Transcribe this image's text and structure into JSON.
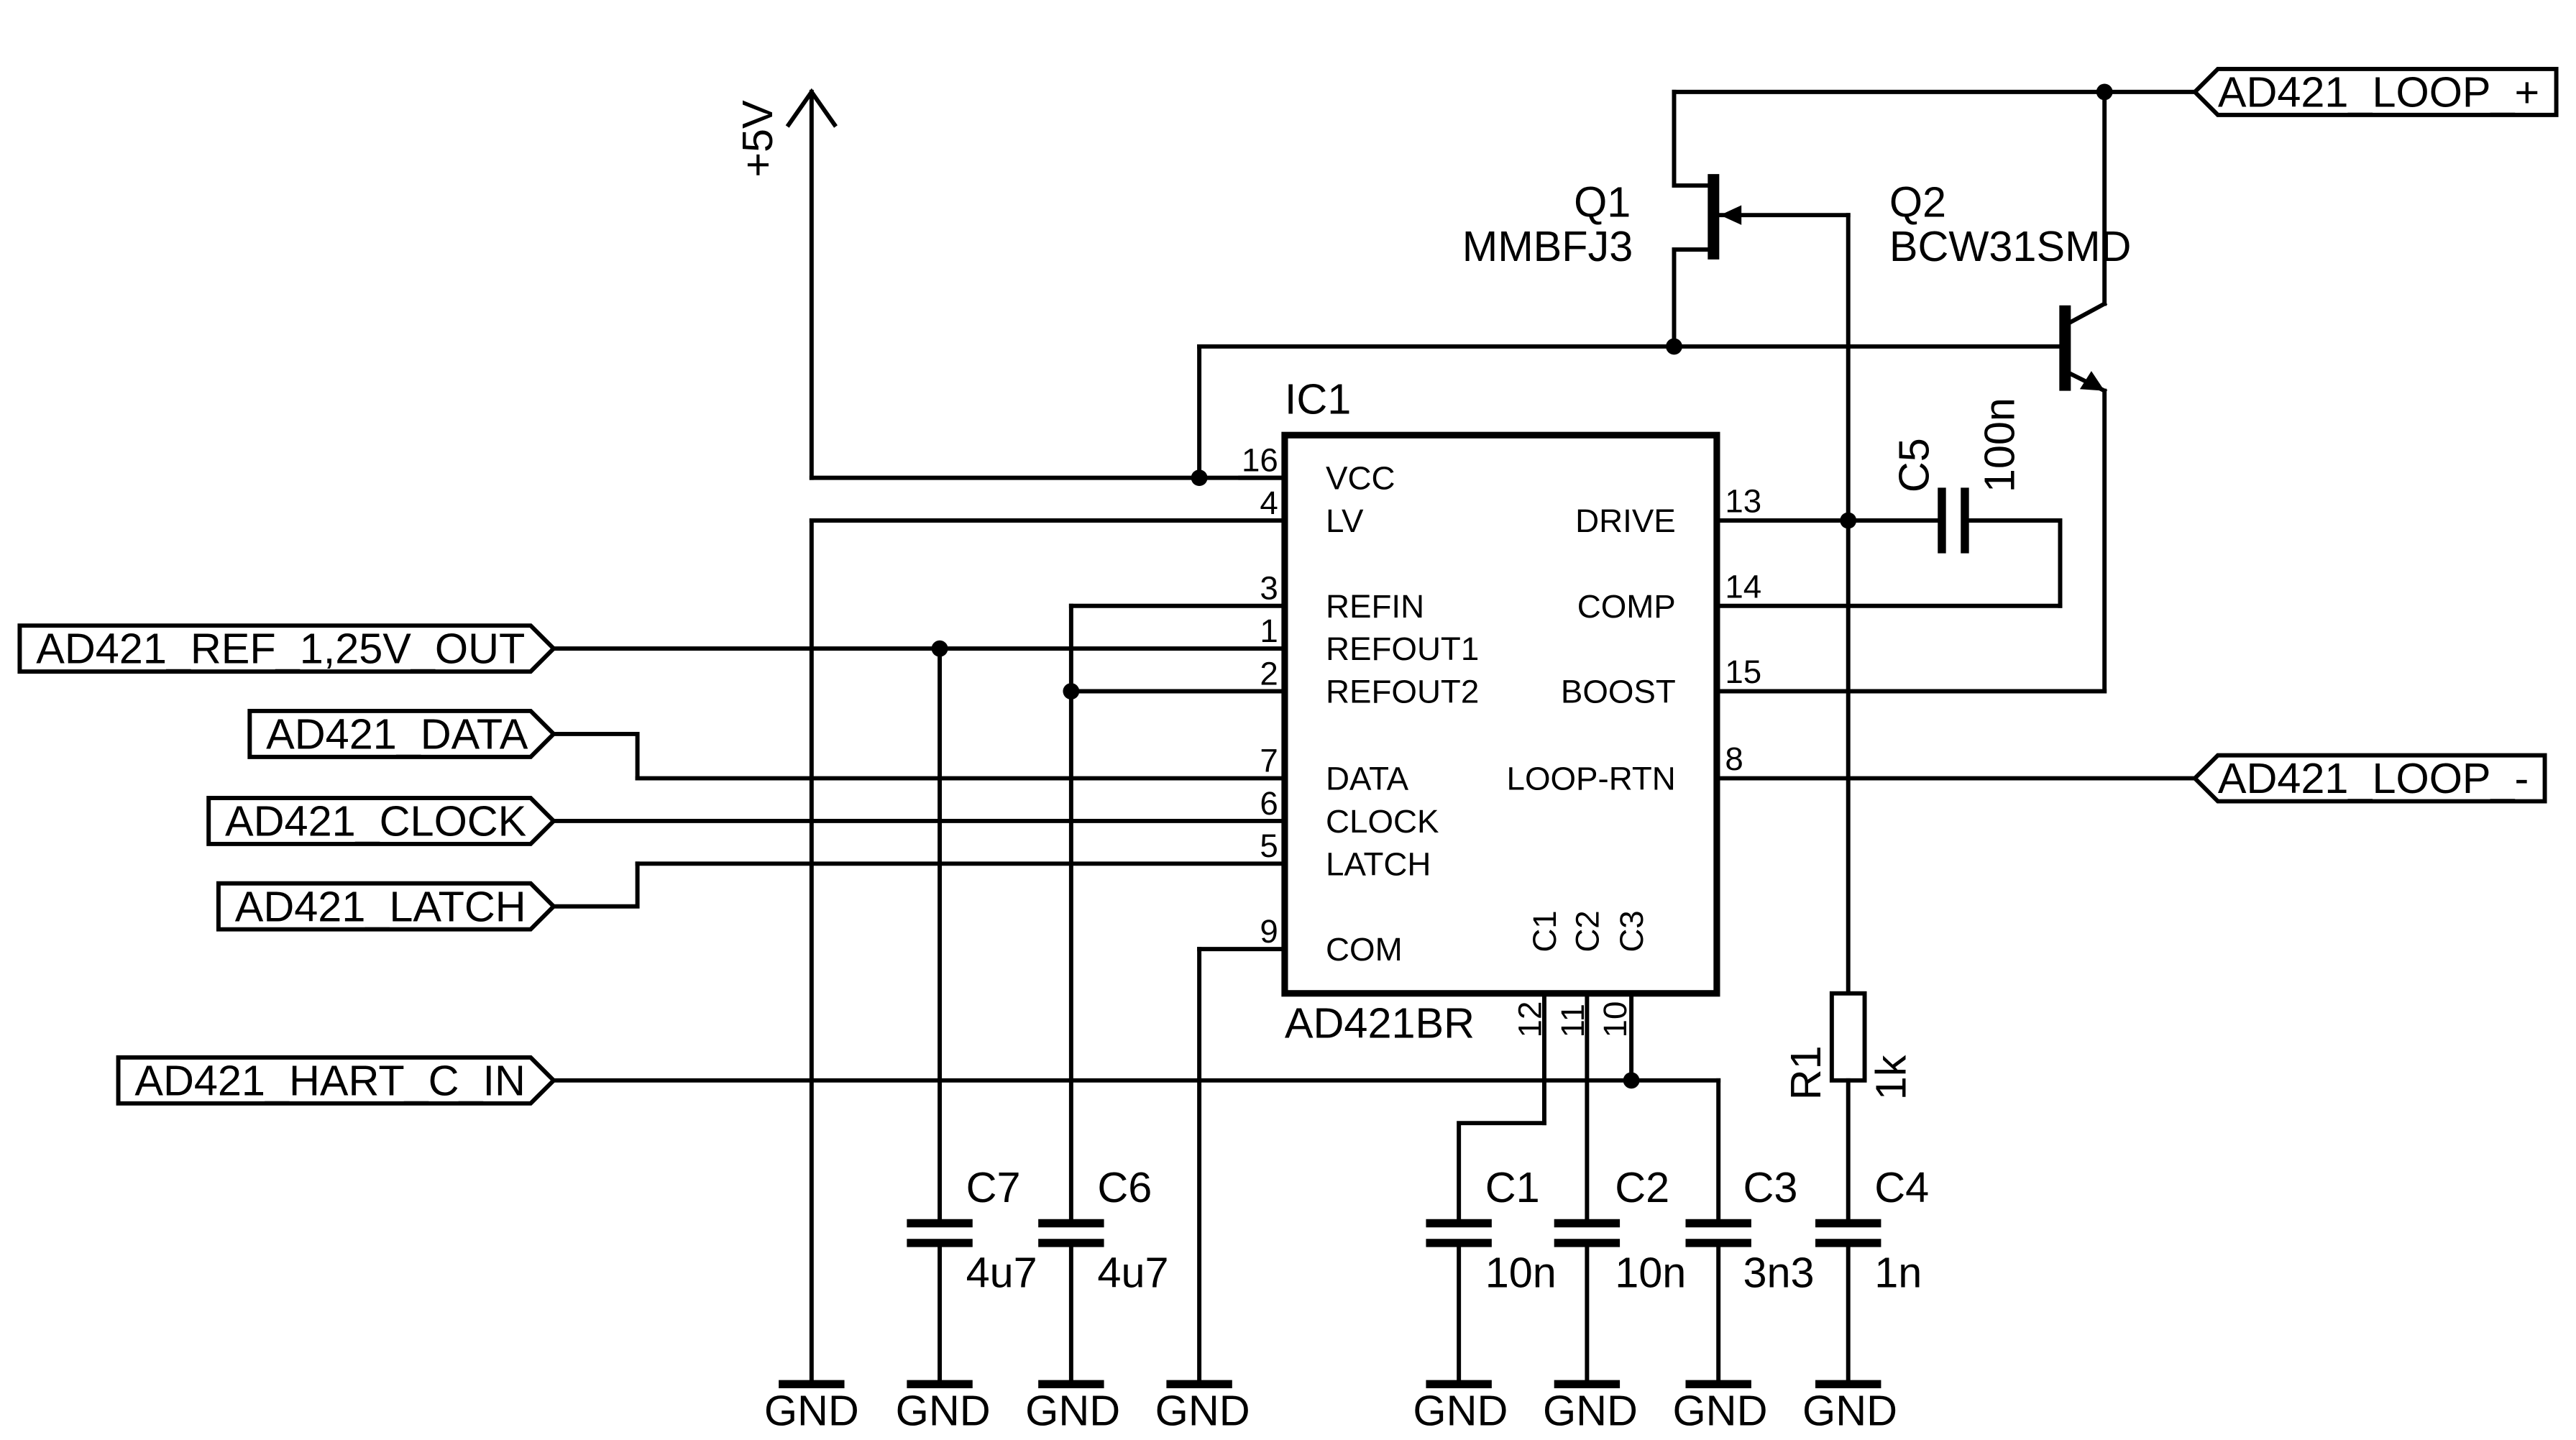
{
  "power": {
    "vcc": "+5V"
  },
  "ic": {
    "ref": "IC1",
    "value": "AD421BR",
    "left_pins": [
      {
        "num": "16",
        "name": "VCC"
      },
      {
        "num": "4",
        "name": "LV"
      },
      {
        "num": "3",
        "name": "REFIN"
      },
      {
        "num": "1",
        "name": "REFOUT1"
      },
      {
        "num": "2",
        "name": "REFOUT2"
      },
      {
        "num": "7",
        "name": "DATA"
      },
      {
        "num": "6",
        "name": "CLOCK"
      },
      {
        "num": "5",
        "name": "LATCH"
      },
      {
        "num": "9",
        "name": "COM"
      }
    ],
    "right_pins": [
      {
        "num": "13",
        "name": "DRIVE"
      },
      {
        "num": "14",
        "name": "COMP"
      },
      {
        "num": "15",
        "name": "BOOST"
      },
      {
        "num": "8",
        "name": "LOOP-RTN"
      }
    ],
    "bottom_pins": [
      {
        "num": "12",
        "name": "C1"
      },
      {
        "num": "11",
        "name": "C2"
      },
      {
        "num": "10",
        "name": "C3"
      }
    ]
  },
  "transistors": [
    {
      "ref": "Q1",
      "value": "MMBFJ3"
    },
    {
      "ref": "Q2",
      "value": "BCW31SMD"
    }
  ],
  "capacitors": [
    {
      "ref": "C5",
      "value": "100n"
    },
    {
      "ref": "C7",
      "value": "4u7"
    },
    {
      "ref": "C6",
      "value": "4u7"
    },
    {
      "ref": "C1",
      "value": "10n"
    },
    {
      "ref": "C2",
      "value": "10n"
    },
    {
      "ref": "C3",
      "value": "3n3"
    },
    {
      "ref": "C4",
      "value": "1n"
    }
  ],
  "resistor": {
    "ref": "R1",
    "value": "1k"
  },
  "ports": {
    "loop_plus": "AD421_LOOP_+",
    "loop_minus": "AD421_LOOP_-",
    "ref_out": "AD421_REF_1,25V_OUT",
    "data": "AD421_DATA",
    "clock": "AD421_CLOCK",
    "latch": "AD421_LATCH",
    "hart": "AD421_HART_C_IN"
  },
  "gnd_label": "GND"
}
